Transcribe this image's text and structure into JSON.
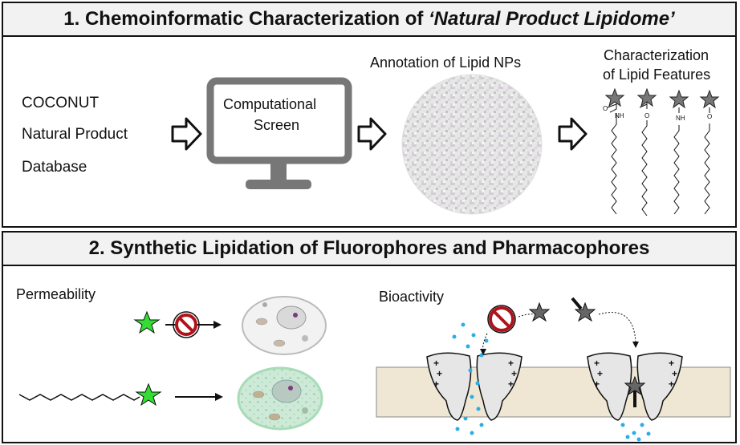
{
  "section1": {
    "title_prefix": "1. Chemoinformatic Characterization of ",
    "title_italic": "‘Natural Product Lipidome’"
  },
  "database": {
    "line1": "COCONUT",
    "line2": "Natural Product",
    "line3": "Database"
  },
  "computer": {
    "line1": "Computational",
    "line2": "Screen"
  },
  "annotation": {
    "label": "Annotation of Lipid NPs"
  },
  "characterization": {
    "line1": "Characterization",
    "line2": "of Lipid Features"
  },
  "lipid_labels": [
    "O",
    "NH",
    "O",
    "NH",
    "O"
  ],
  "section2": {
    "title": "2. Synthetic Lipidation of Fluorophores and Pharmacophores"
  },
  "permeability": {
    "label": "Permeability"
  },
  "bioactivity": {
    "label": "Bioactivity"
  },
  "membrane_charges": "+",
  "colors": {
    "header_bg": "#f2f2f2",
    "star_green": "#33dd33",
    "star_gray": "#666666",
    "inhibit_red": "#b0121b",
    "dots_blue": "#2aaee6",
    "membrane": "#efe7d4"
  }
}
